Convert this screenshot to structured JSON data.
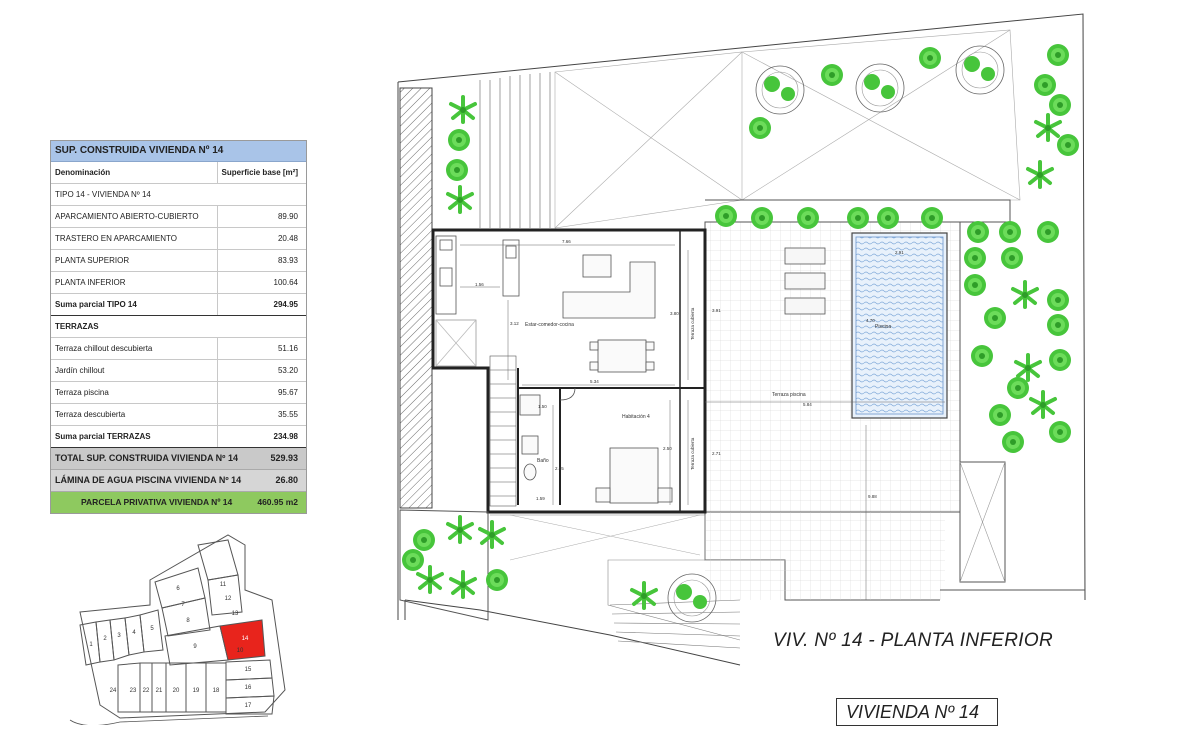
{
  "table": {
    "title": "SUP. CONSTRUIDA VIVIENDA Nº 14",
    "col_name": "Denominación",
    "col_value": "Superficie base [m²]",
    "group1": "TIPO 14 - VIVIENDA Nº 14",
    "rows1": [
      {
        "name": "APARCAMIENTO ABIERTO-CUBIERTO",
        "value": "89.90"
      },
      {
        "name": "TRASTERO EN APARCAMIENTO",
        "value": "20.48"
      },
      {
        "name": "PLANTA SUPERIOR",
        "value": "83.93"
      },
      {
        "name": "PLANTA INFERIOR",
        "value": "100.64"
      }
    ],
    "subtotal1": {
      "name": "Suma parcial TIPO 14",
      "value": "294.95"
    },
    "group2": "TERRAZAS",
    "rows2": [
      {
        "name": "Terraza chillout descubierta",
        "value": "51.16"
      },
      {
        "name": "Jardín chillout",
        "value": "53.20"
      },
      {
        "name": "Terraza piscina",
        "value": "95.67"
      },
      {
        "name": "Terraza descubierta",
        "value": "35.55"
      }
    ],
    "subtotal2": {
      "name": "Suma parcial TERRAZAS",
      "value": "234.98"
    },
    "total": {
      "name": "TOTAL SUP. CONSTRUIDA VIVIENDA Nº 14",
      "value": "529.93"
    },
    "pool": {
      "name": "LÁMINA DE AGUA PISCINA VIVIENDA Nº 14",
      "value": "26.80"
    },
    "parcel": {
      "name": "PARCELA PRIVATIVA VIVIENDA Nº 14",
      "value": "460.95 m2"
    }
  },
  "site_plan": {
    "lots": [
      "1",
      "2",
      "3",
      "4",
      "5",
      "6",
      "7",
      "8",
      "9",
      "10",
      "11",
      "12",
      "13",
      "14",
      "15",
      "16",
      "17",
      "18",
      "19",
      "20",
      "21",
      "22",
      "23",
      "24"
    ],
    "highlighted_lot": "14",
    "highlight_color": "#e8241c"
  },
  "plan": {
    "title": "VIV. Nº 14 - PLANTA INFERIOR",
    "unit_title": "VIVIENDA Nº 14",
    "room_living": "Estar-comedor-cocina",
    "room_bedroom": "Habitación 4",
    "room_bath": "Baño",
    "pool_label": "Piscina",
    "terrace_label": "Terraza piscina",
    "terrace_vertical_1": "Terraza cubierta",
    "terrace_vertical_2": "Terraza cubierta",
    "dims": {
      "d_top": "7.66",
      "d_kitchen": "1.56",
      "d_living_h": "3.12",
      "d_living_v": "3.80",
      "d_mid": "5.34",
      "d_step": "1.50",
      "d_bed": "2.05",
      "d_bed_w": "2.50",
      "d_bath": "1.59",
      "d_terrace_w": "5.84",
      "d_terrace_h1": "3.91",
      "d_terrace_h2": "2.71",
      "d_garden": "9.88",
      "d_pool_w": "2.91",
      "d_pool_h": "4.70"
    }
  },
  "colors": {
    "table_header": "#a9c4e8",
    "total_gray": "#c9c9c9",
    "parcel_green": "#8ec95f",
    "tree_green": "#47c53b",
    "lot_red": "#e8241c"
  }
}
